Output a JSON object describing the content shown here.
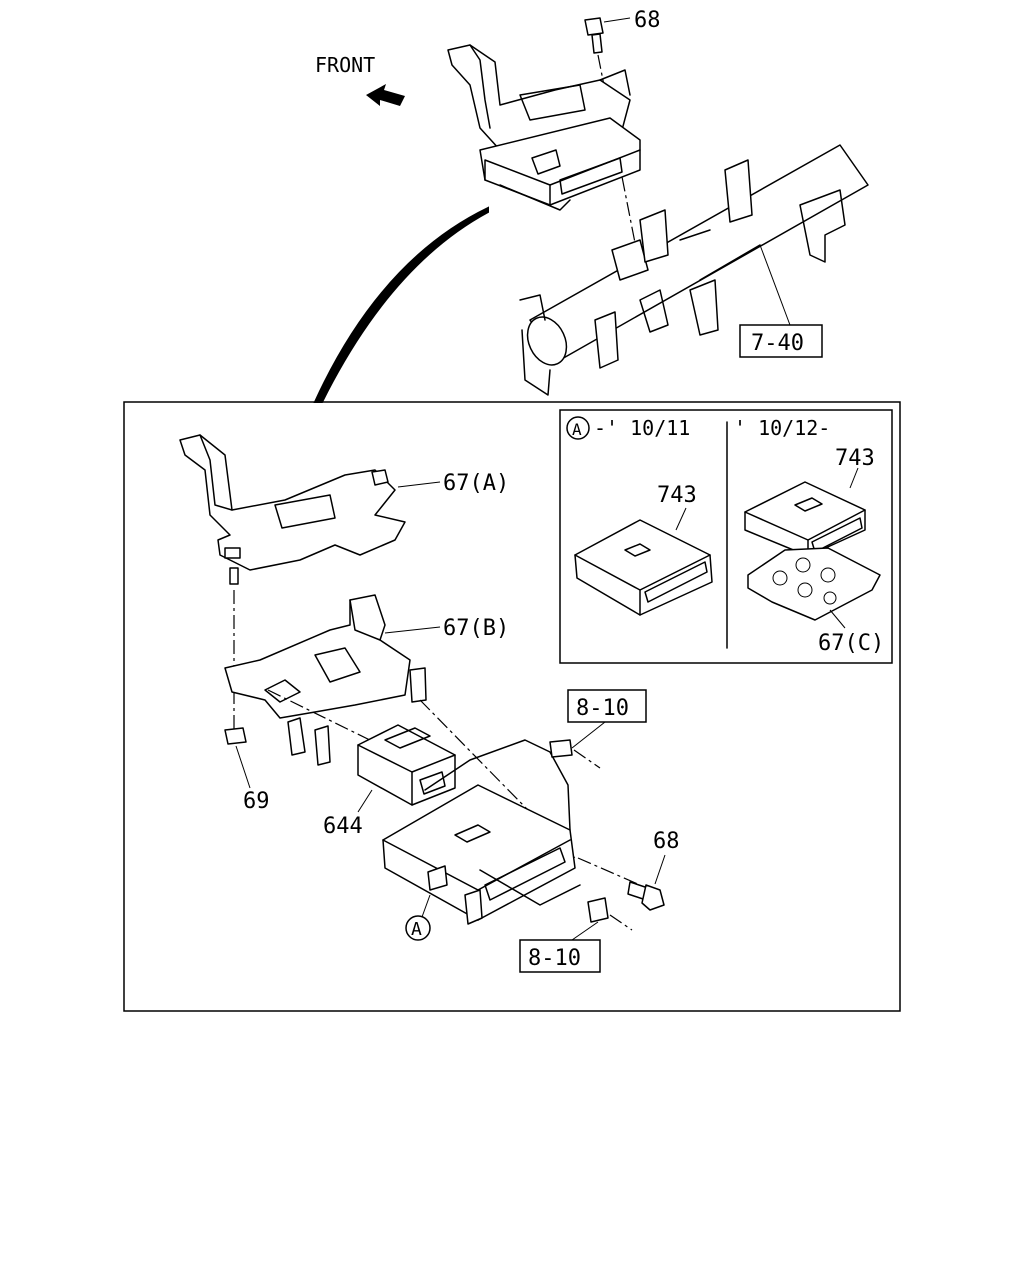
{
  "direction_label": "FRONT",
  "callouts": {
    "top_bolt": "68",
    "top_ref": "7-40",
    "bracket_a": "67(A)",
    "bracket_b": "67(B)",
    "nut": "69",
    "module": "644",
    "ref_upper": "8-10",
    "ref_lower": "8-10",
    "bolt": "68",
    "detail_marker": "A"
  },
  "inset": {
    "marker": "A",
    "left_heading": "-' 10/11",
    "right_heading": "' 10/12-",
    "left_part": "743",
    "right_part": "743",
    "right_bracket": "67(C)"
  }
}
